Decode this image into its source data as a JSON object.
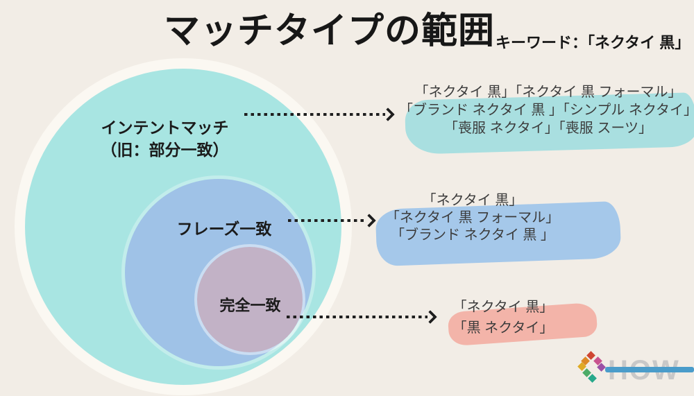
{
  "header": {
    "title": "マッチタイプの範囲",
    "subtitle": "キーワード：「ネクタイ 黒」"
  },
  "venn": {
    "intent": {
      "label_line1": "インテントマッチ",
      "label_line2": "（旧：部分一致）",
      "circle_color": "#a8e5e2",
      "highlight_color": "#a9dfe0",
      "examples": [
        "「ネクタイ 黒」「ネクタイ 黒 フォーマル」",
        "「ブランド ネクタイ 黒 」「シンプル ネクタイ」",
        "「喪服 ネクタイ」「喪服 スーツ」"
      ]
    },
    "phrase": {
      "label": "フレーズ一致",
      "circle_color": "#9fc2e7",
      "highlight_color": "#a5c8ea",
      "examples": [
        "「ネクタイ 黒」",
        "「ネクタイ 黒 フォーマル」",
        "「ブランド ネクタイ 黒 」"
      ]
    },
    "exact": {
      "label": "完全一致",
      "circle_color": "#c2b2c6",
      "highlight_color": "#f3b4a9",
      "examples": [
        "「ネクタイ 黒」",
        "「黒 ネクタイ」"
      ]
    }
  },
  "logo": {
    "text": "HOW",
    "text_color": "#c8c8c8",
    "bar_color": "#4a9cca",
    "mark_colors": [
      "#cf4632",
      "#dd8926",
      "#c8538f",
      "#dfaa24",
      "#9b51a5",
      "#4cab67",
      "#27a98b"
    ]
  },
  "colors": {
    "background": "#f2ede6",
    "outer_ring": "#fbf8f2",
    "label_text": "#1b1b1b",
    "example_text": "#3c3c3c",
    "arrow": "#1f1f1f"
  }
}
